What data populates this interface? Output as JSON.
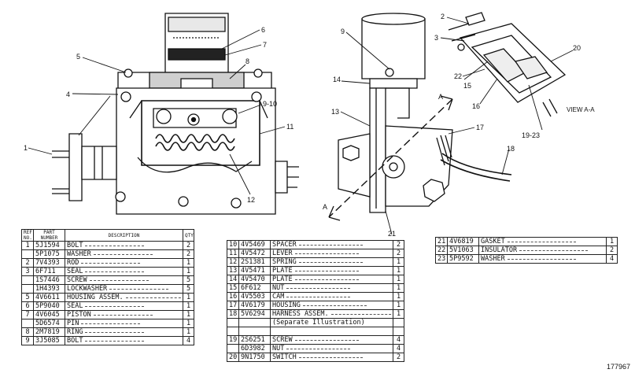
{
  "callouts": {
    "c1": "1",
    "c2": "2",
    "c3": "3",
    "c4": "4",
    "c5": "5",
    "c6": "6",
    "c7": "7",
    "c8": "8",
    "c9a": "9",
    "c910": "9-10",
    "c11": "11",
    "c12": "12",
    "c13": "13",
    "c14": "14",
    "c15": "15",
    "c16": "16",
    "c17": "17",
    "c18": "18",
    "c1923": "19-23",
    "c20": "20",
    "c21": "21",
    "c22": "22"
  },
  "section_marks": {
    "a_top": "A",
    "a_bottom": "A"
  },
  "view_label": "VIEW A-A",
  "drawing_number": "177967",
  "table_headers": {
    "ref": "REF. NO.",
    "part": "PART NUMBER",
    "desc": "DESCRIPTION",
    "qty": "QTY."
  },
  "table1": [
    {
      "ref": "1",
      "part": "5J1594",
      "desc": "BOLT",
      "qty": "2"
    },
    {
      "ref": "",
      "part": "5P1075",
      "desc": "WASHER",
      "qty": "2"
    },
    {
      "ref": "2",
      "part": "7V4393",
      "desc": "ROD",
      "qty": "1"
    },
    {
      "ref": "3",
      "part": "6F711",
      "desc": "SEAL",
      "qty": "1"
    },
    {
      "ref": "",
      "part": "1S7446",
      "desc": "SCREW",
      "qty": "5"
    },
    {
      "ref": "",
      "part": "1H4393",
      "desc": "LOCKWASHER",
      "qty": "5"
    },
    {
      "ref": "5",
      "part": "4V6611",
      "desc": "HOUSING ASSEM.",
      "qty": "1"
    },
    {
      "ref": "6",
      "part": "5P9040",
      "desc": "SEAL",
      "qty": "1"
    },
    {
      "ref": "7",
      "part": "4V6045",
      "desc": "PISTON",
      "qty": "1"
    },
    {
      "ref": "",
      "part": "5D6574",
      "desc": "PIN",
      "qty": "1"
    },
    {
      "ref": "8",
      "part": "2M7819",
      "desc": "RING",
      "qty": "1"
    },
    {
      "ref": "9",
      "part": "3J5085",
      "desc": "BOLT",
      "qty": "4"
    }
  ],
  "table2": [
    {
      "ref": "10",
      "part": "4V5469",
      "desc": "SPACER",
      "qty": "2"
    },
    {
      "ref": "11",
      "part": "4V5472",
      "desc": "LEVER",
      "qty": "2"
    },
    {
      "ref": "12",
      "part": "2S1381",
      "desc": "SPRING",
      "qty": "1"
    },
    {
      "ref": "13",
      "part": "4V5471",
      "desc": "PLATE",
      "qty": "1"
    },
    {
      "ref": "14",
      "part": "4V5470",
      "desc": "PLATE",
      "qty": "1"
    },
    {
      "ref": "15",
      "part": "6F612",
      "desc": "NUT",
      "qty": "1"
    },
    {
      "ref": "16",
      "part": "4V5503",
      "desc": "CAM",
      "qty": "1"
    },
    {
      "ref": "17",
      "part": "4V6179",
      "desc": "HOUSING",
      "qty": "1"
    },
    {
      "ref": "18",
      "part": "5V6294",
      "desc": "HARNESS ASSEM.",
      "qty": "1"
    },
    {
      "ref": "",
      "part": "",
      "desc": "(Separate Illustration)",
      "qty": ""
    },
    {
      "ref": "",
      "part": "",
      "desc": "",
      "qty": ""
    },
    {
      "ref": "19",
      "part": "2S6251",
      "desc": "SCREW",
      "qty": "4"
    },
    {
      "ref": "",
      "part": "6D3982",
      "desc": "NUT",
      "qty": "4"
    },
    {
      "ref": "20",
      "part": "9N1750",
      "desc": "SWITCH",
      "qty": "2"
    }
  ],
  "table3": [
    {
      "ref": "21",
      "part": "4V6819",
      "desc": "GASKET",
      "qty": "1"
    },
    {
      "ref": "22",
      "part": "5V1063",
      "desc": "INSULATOR",
      "qty": "2"
    },
    {
      "ref": "23",
      "part": "5P9592",
      "desc": "WASHER",
      "qty": "4"
    }
  ]
}
